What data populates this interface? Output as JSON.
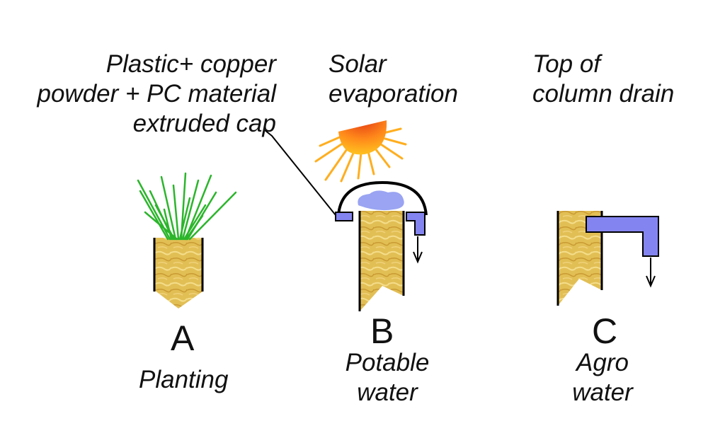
{
  "captions": {
    "cap_label": [
      "Plastic+ copper",
      "powder + PC material",
      "extruded cap"
    ],
    "solar_label": [
      "Solar",
      "evaporation"
    ],
    "drain_label": [
      "Top of",
      "column drain"
    ]
  },
  "panels": [
    {
      "letter": "A",
      "desc": [
        "Planting"
      ]
    },
    {
      "letter": "B",
      "desc": [
        "Potable",
        "water"
      ]
    },
    {
      "letter": "C",
      "desc": [
        "Agro",
        "water"
      ]
    }
  ],
  "colors": {
    "column_fill": "#e2bf55",
    "column_stroke": "#000000",
    "water": "#8484f0",
    "grass": "#2bb52b",
    "sun_inner": "#e53c14",
    "sun_outer": "#ffc21f",
    "vapor": "#9aa4f2"
  },
  "icons": [
    "grass-icon",
    "sun-icon",
    "cap-dome-icon",
    "water-vapor-icon",
    "drain-arrow-icon",
    "drain-pipe-icon"
  ]
}
